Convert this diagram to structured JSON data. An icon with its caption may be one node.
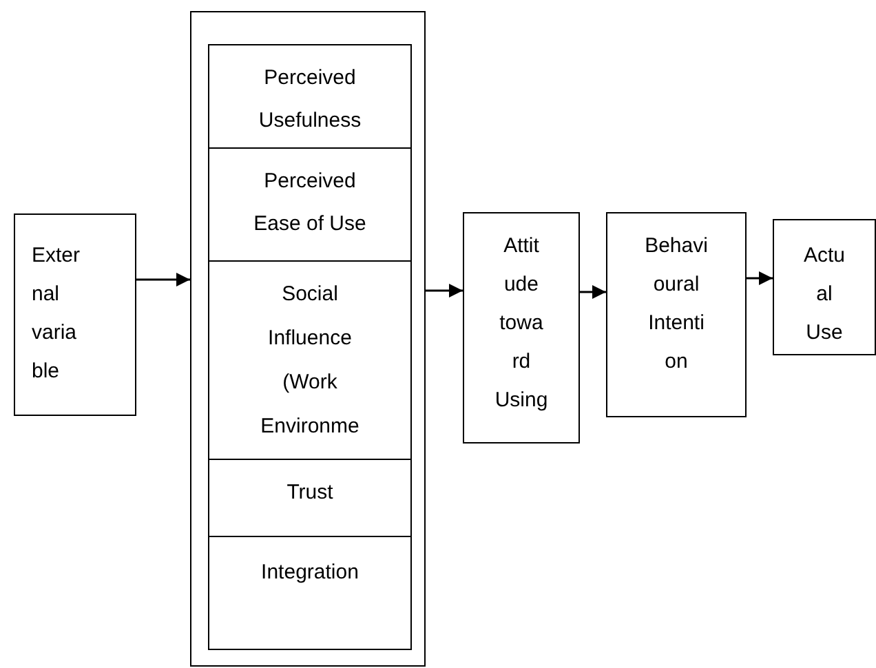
{
  "diagram": {
    "nodes": [
      {
        "text": [
          "Exter nal varia ble"
        ]
      },
      {
        "text": [],
        "shape": "box"
      },
      {
        "text": [
          "Perceived Usefulness"
        ],
        "in": 1
      },
      {
        "text": [
          "Perceived Ease of Use"
        ],
        "in": 1
      },
      {
        "text": [
          "Social Influence (Work Environme"
        ],
        "in": 1
      },
      {
        "text": [
          "Trust"
        ],
        "in": 1
      },
      {
        "text": [
          "Integration"
        ],
        "in": 1
      },
      {
        "text": [
          "Attit ude towa rd Using"
        ]
      },
      {
        "text": [
          "Behavi oural Intenti on"
        ]
      },
      {
        "text": [
          "Actu al Use"
        ]
      }
    ],
    "edges": [
      {
        "from": 0,
        "to": 1,
        "arrow": "to"
      },
      {
        "from": 1,
        "to": 7,
        "arrow": "to"
      },
      {
        "from": 7,
        "to": 8,
        "arrow": "to"
      },
      {
        "from": 8,
        "to": 9,
        "arrow": "to"
      }
    ]
  }
}
